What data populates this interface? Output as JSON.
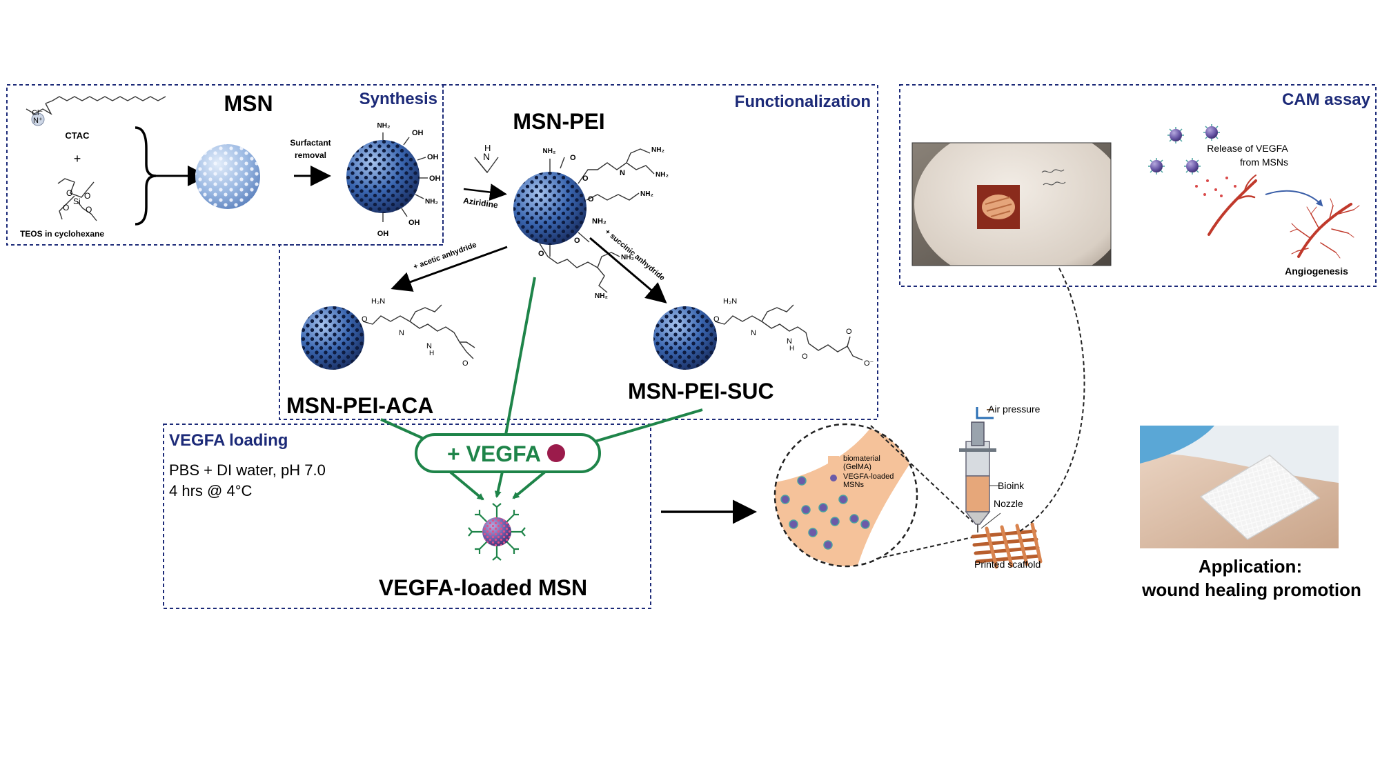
{
  "panels": {
    "synthesis": "Synthesis",
    "functionalization": "Functionalization",
    "vegfa_loading": "VEGFA loading",
    "cam_assay": "CAM assay"
  },
  "synthesis": {
    "msn": "MSN",
    "cl": "Cl⁻",
    "n_plus": "N⁺",
    "ctac": "CTAC",
    "plus": "+",
    "teos": "TEOS in cyclohexane",
    "si": "Si",
    "o": "O",
    "surfactant_removal_1": "Surfactant",
    "surfactant_removal_2": "removal",
    "nh2": "NH₂",
    "oh": "OH"
  },
  "functionalization": {
    "msn_pei": "MSN-PEI",
    "aziridine": "Aziridine",
    "aziridine_n": "N",
    "aziridine_h": "H",
    "acetic": "+ acetic anhydride",
    "succinic": "+ succinic anhydride",
    "msn_pei_aca": "MSN-PEI-ACA",
    "msn_pei_suc": "MSN-PEI-SUC",
    "nh2": "NH₂",
    "o": "O",
    "n": "N",
    "h2n": "H₂N",
    "h": "H",
    "o_minus": "O⁻"
  },
  "vegfa": {
    "plus_vegfa": "+ VEGFA",
    "conditions_1": "PBS + DI water, pH 7.0",
    "conditions_2": "4 hrs @ 4°C",
    "loaded_msn": "VEGFA-loaded MSN"
  },
  "cam": {
    "release_1": "Release of VEGFA",
    "release_2": "from MSNs",
    "angiogenesis": "Angiogenesis"
  },
  "printing": {
    "air_pressure": "Air pressure",
    "bioink": "Bioink",
    "nozzle": "Nozzle",
    "printed_scaffold": "Printed scaffold",
    "legend_biomaterial_1": "biomaterial",
    "legend_biomaterial_2": "(GelMA)",
    "legend_vegfa_1": "VEGFA-loaded",
    "legend_vegfa_2": "MSNs"
  },
  "application": {
    "line1": "Application:",
    "line2": "wound healing promotion"
  },
  "colors": {
    "panel_border": "#1c2a78",
    "panel_title": "#1c2a78",
    "msn_blue": "#3a66b0",
    "green_arrow": "#1e8449",
    "vegfa_dot": "#9b1b4b",
    "gelma_orange": "#f5c29a",
    "vessel_red": "#c0392b"
  }
}
